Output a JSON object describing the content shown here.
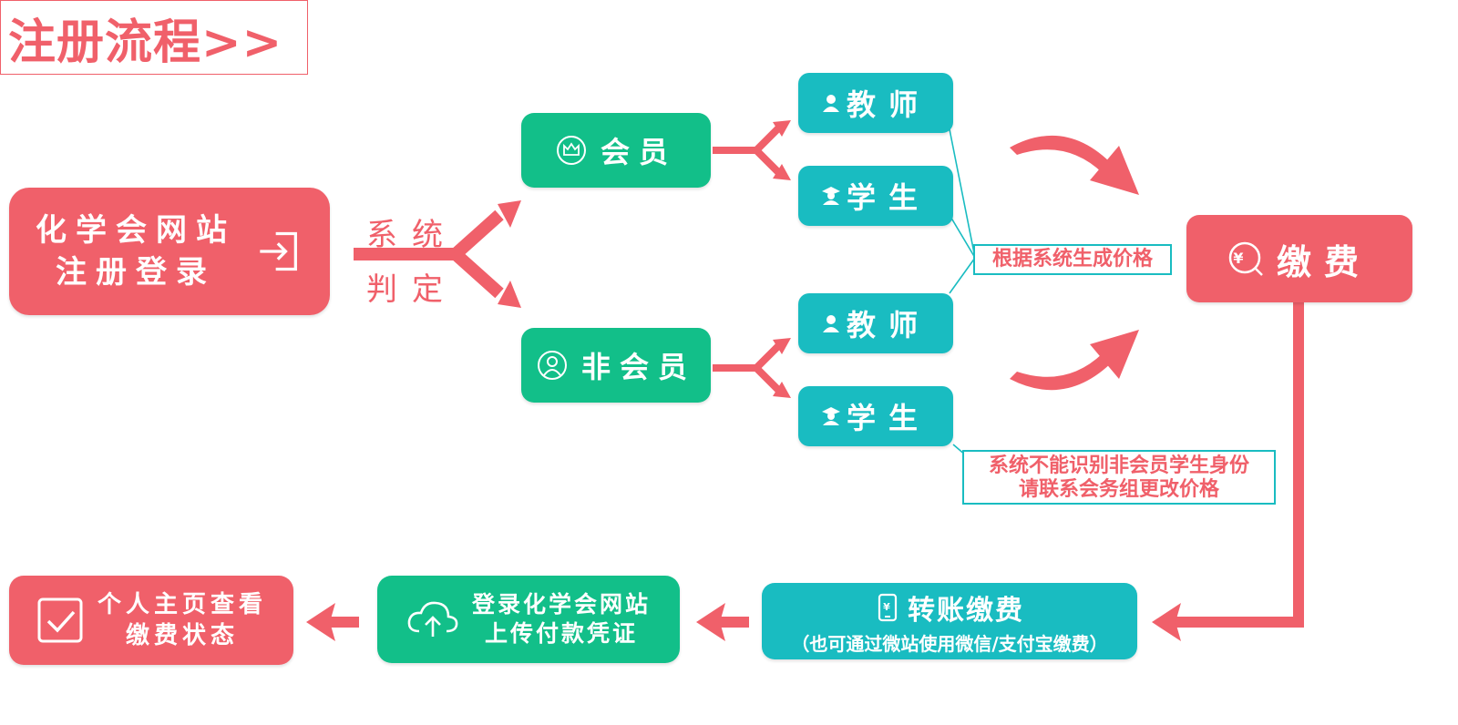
{
  "title": "注册流程>>",
  "start": {
    "line1": "化学会网站",
    "line2": "注册登录",
    "icon": "login-icon"
  },
  "judge": {
    "line1": "系统",
    "line2": "判定"
  },
  "member": {
    "label": "会员",
    "icon": "crown-icon"
  },
  "non_member": {
    "label": "非会员",
    "icon": "user-circle-icon"
  },
  "roles": {
    "teacher": "教师",
    "student": "学生",
    "teacher_icon": "teacher-icon",
    "student_icon": "graduate-icon"
  },
  "notes": {
    "price": "根据系统生成价格",
    "contact_line1": "系统不能识别非会员学生身份",
    "contact_line2": "请联系会务组更改价格"
  },
  "pay": {
    "label": "缴费",
    "icon": "yen-coin-icon"
  },
  "transfer": {
    "line1": "转账缴费",
    "line2": "（也可通过微站使用微信/支付宝缴费）",
    "icon": "phone-pay-icon"
  },
  "upload": {
    "line1": "登录化学会网站",
    "line2": "上传付款凭证",
    "icon": "cloud-upload-icon"
  },
  "status": {
    "line1": "个人主页查看",
    "line2": "缴费状态",
    "icon": "checkbox-icon"
  },
  "colors": {
    "red": "#f0606a",
    "green": "#12bf89",
    "teal": "#19bcc1"
  }
}
